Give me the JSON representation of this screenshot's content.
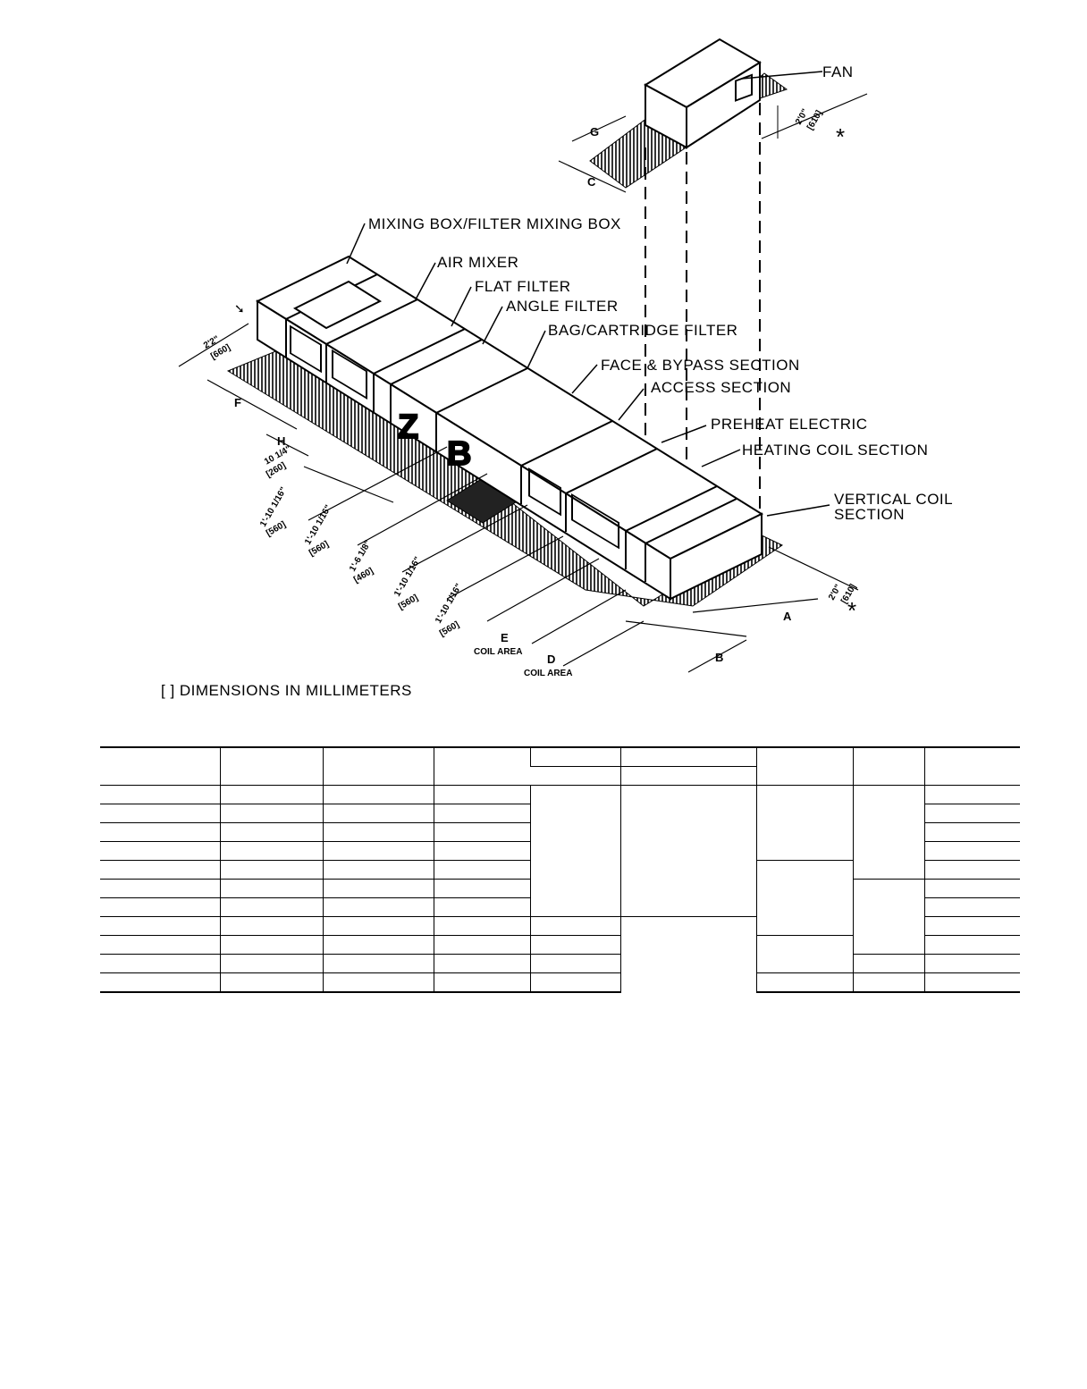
{
  "diagram": {
    "sections": [
      "MIXING BOX/FILTER MIXING BOX",
      "AIR MIXER",
      "FLAT FILTER",
      "ANGLE FILTER",
      "BAG/CARTRIDGE FILTER",
      "FACE & BYPASS SECTION",
      "ACCESS SECTION",
      "PREHEAT ELECTRIC",
      "HEATING COIL SECTION",
      "VERTICAL COIL",
      "SECTION"
    ],
    "fan_label": "FAN",
    "clearances": {
      "top_ft": "2'0\"",
      "top_mm": "[610]",
      "left_ft": "2'2\"",
      "left_mm": "[660]",
      "right_ft": "2'0\"",
      "right_mm": "[610]",
      "asterisk": "*"
    },
    "letters": [
      "G",
      "C",
      "F",
      "H",
      "A",
      "B",
      "E",
      "D"
    ],
    "section_dims": [
      {
        "ft": "10 1/4\"",
        "mm": "[260]"
      },
      {
        "ft": "1'-10 1/16\"",
        "mm": "[560]"
      },
      {
        "ft": "1'-10 1/16\"",
        "mm": "[560]"
      },
      {
        "ft": "1'-6 1/8\"",
        "mm": "[460]"
      },
      {
        "ft": "1'-10 1/16\"",
        "mm": "[560]"
      },
      {
        "ft": "1'-10 1/16\"",
        "mm": "[560]"
      }
    ],
    "coil_area": "COIL AREA",
    "note": "[ ] DIMENSIONS IN MILLIMETERS"
  }
}
